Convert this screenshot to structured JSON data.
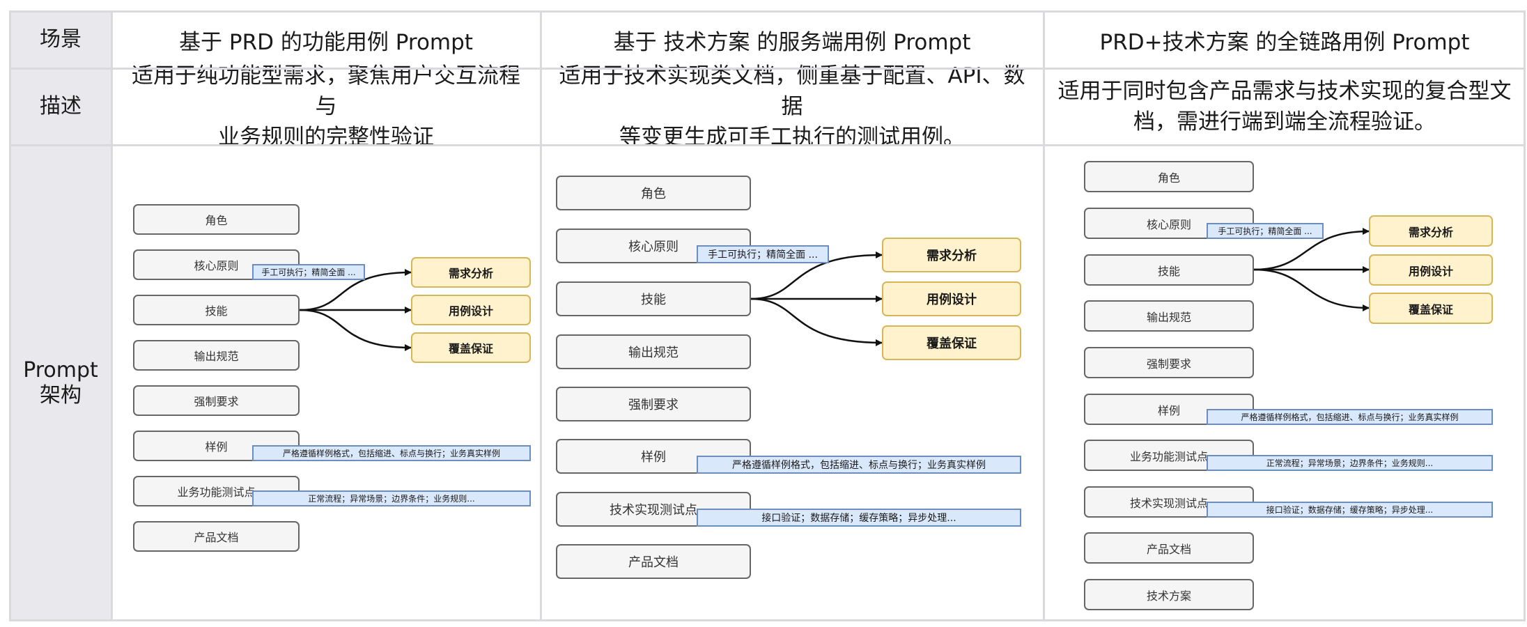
{
  "table": {
    "header": {
      "scene_label": "场景",
      "col1": "基于 PRD 的功能用例 Prompt",
      "col2": "基于 技术方案 的服务端用例 Prompt",
      "col3": "PRD+技术方案 的全链路用例 Prompt"
    },
    "desc": {
      "label": "描述",
      "col1_line1": "适用于纯功能型需求，聚焦用户交互流程与",
      "col1_line2": "业务规则的完整性验证",
      "col2_line1": "适用于技术实现类文档，侧重基于配置、API、数据",
      "col2_line2": "等变更生成可手工执行的测试用例。",
      "col3_line1": "适用于同时包含产品需求与技术实现的复合型文",
      "col3_line2": "档，需进行端到端全流程验证。"
    },
    "prompt_label_line1": "Prompt",
    "prompt_label_line2": "架构"
  },
  "diagram1": {
    "boxes": [
      "角色",
      "核心原则",
      "技能",
      "输出规范",
      "强制要求",
      "样例",
      "业务功能测试点",
      "产品文档"
    ],
    "skills": [
      "需求分析",
      "用例设计",
      "覆盖保证"
    ],
    "notes": {
      "principle": "手工可执行；精简全面 ...",
      "sample": "严格遵循样例格式，包括缩进、标点与换行；业务真实样例",
      "business": "正常流程；异常场景；边界条件；业务规则..."
    }
  },
  "diagram2": {
    "boxes": [
      "角色",
      "核心原则",
      "技能",
      "输出规范",
      "强制要求",
      "样例",
      "技术实现测试点",
      "产品文档"
    ],
    "skills": [
      "需求分析",
      "用例设计",
      "覆盖保证"
    ],
    "notes": {
      "principle": "手工可执行；精简全面 ...",
      "sample": "严格遵循样例格式，包括缩进、标点与换行；业务真实样例",
      "tech": "接口验证；数据存储；缓存策略；异步处理..."
    }
  },
  "diagram3": {
    "boxes": [
      "角色",
      "核心原则",
      "技能",
      "输出规范",
      "强制要求",
      "样例",
      "业务功能测试点",
      "技术实现测试点",
      "产品文档",
      "技术方案"
    ],
    "skills": [
      "需求分析",
      "用例设计",
      "覆盖保证"
    ],
    "notes": {
      "principle": "手工可执行；精简全面 ...",
      "sample": "严格遵循样例格式，包括缩进、标点与换行；业务真实样例",
      "business": "正常流程；异常场景；边界条件；业务规则...",
      "tech": "接口验证；数据存储；缓存策略；异步处理..."
    }
  },
  "colors": {
    "grid_line": "#d9d9de",
    "label_bg": "#e9e9ed",
    "box_fill": "#f5f5f5",
    "box_border": "#666666",
    "skill_fill": "#fff2cc",
    "skill_border": "#d6b656",
    "note_fill": "#dae8fc",
    "note_border": "#6c8ebf"
  }
}
